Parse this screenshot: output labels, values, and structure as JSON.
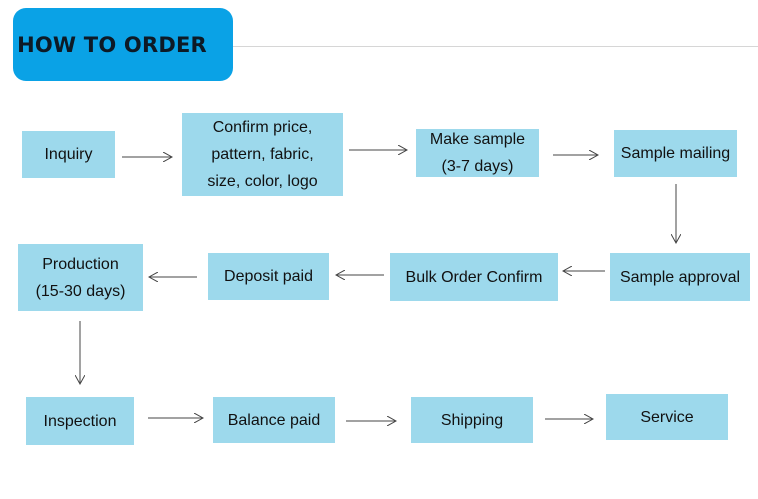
{
  "header": {
    "title": "HOW TO ORDER"
  },
  "steps": {
    "inquiry": "Inquiry",
    "confirm": "Confirm price,\npattern, fabric,\nsize, color, logo",
    "make_sample": "Make sample\n  (3-7 days)",
    "sample_mailing": "Sample mailing",
    "sample_approval": "Sample approval",
    "bulk_order": "Bulk Order Confirm",
    "deposit": "Deposit paid",
    "production": "Production\n(15-30 days)",
    "inspection": "Inspection",
    "balance": "Balance paid",
    "shipping": "Shipping",
    "service": "Service"
  },
  "colors": {
    "box": "#9dd9ec",
    "header": "#0aa2e6",
    "arrow": "#444444"
  }
}
